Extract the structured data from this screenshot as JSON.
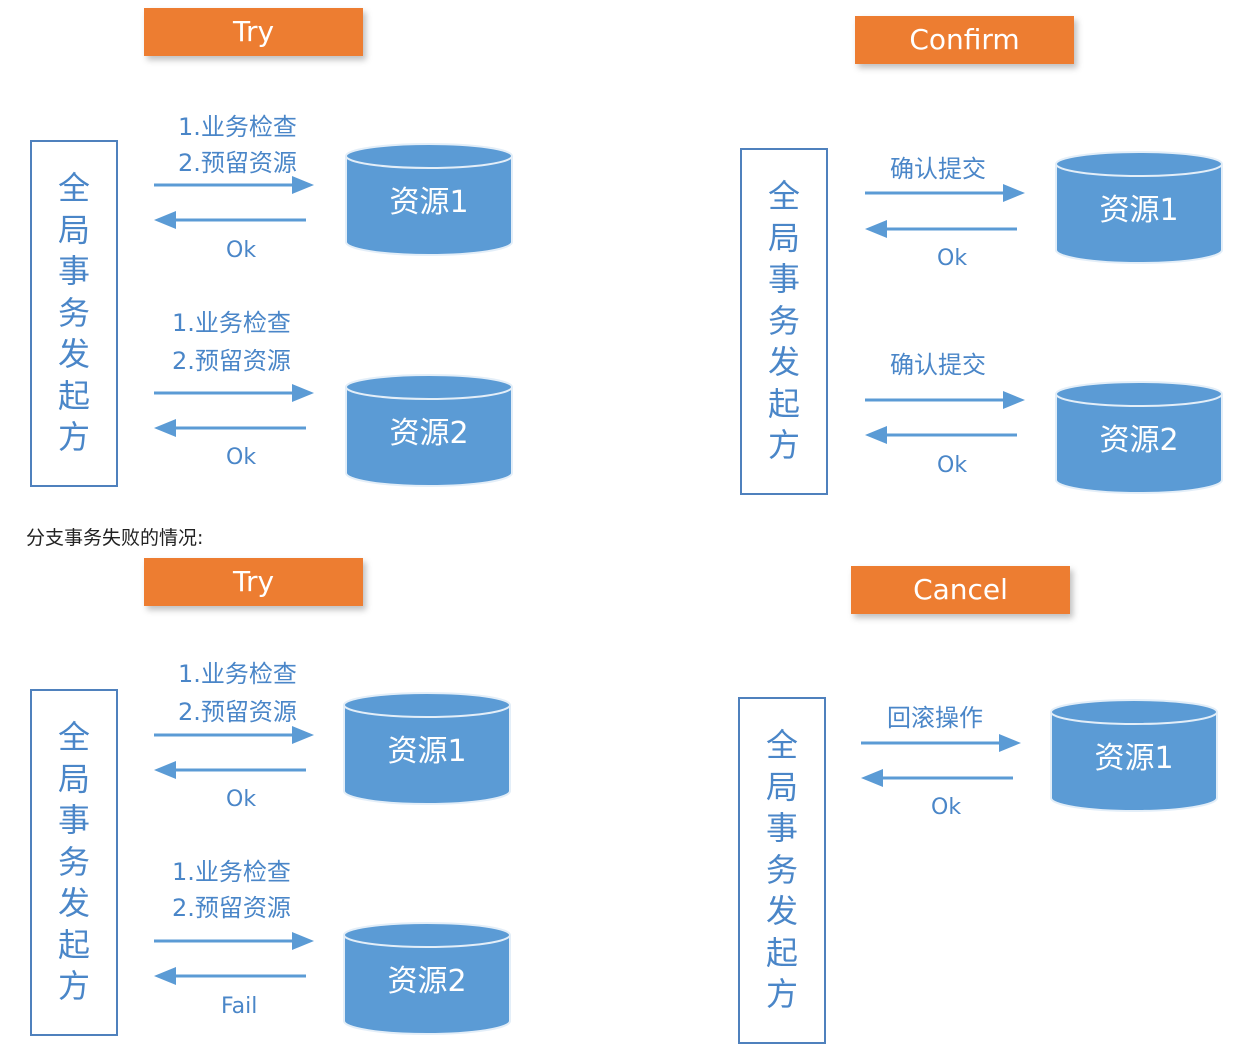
{
  "caption": "分支事务失败的情况:",
  "initiator_label": "全局事务发起方",
  "panels": {
    "try_success": {
      "phase": "Try",
      "step1": [
        "1.业务检查",
        "2.预留资源",
        "Ok"
      ],
      "step2": [
        "1.业务检查",
        "2.预留资源",
        "Ok"
      ],
      "resource1": "资源1",
      "resource2": "资源2"
    },
    "confirm": {
      "phase": "Confirm",
      "step1": [
        "确认提交",
        "Ok"
      ],
      "step2": [
        "确认提交",
        "Ok"
      ],
      "resource1": "资源1",
      "resource2": "资源2"
    },
    "try_fail": {
      "phase": "Try",
      "step1": [
        "1.业务检查",
        "2.预留资源",
        "Ok"
      ],
      "step2": [
        "1.业务检查",
        "2.预留资源",
        "Fail"
      ],
      "resource1": "资源1",
      "resource2": "资源2"
    },
    "cancel": {
      "phase": "Cancel",
      "step1": [
        "回滚操作",
        "Ok"
      ],
      "resource1": "资源1"
    }
  },
  "colors": {
    "phase_box": "#ed7d31",
    "cylinder": "#5b9bd5",
    "arrow": "#5b9bd5",
    "text": "#4a86c8",
    "border": "#4f81bd"
  },
  "icons": [
    "database-cylinder-icon",
    "arrow-right-icon",
    "arrow-left-icon"
  ]
}
